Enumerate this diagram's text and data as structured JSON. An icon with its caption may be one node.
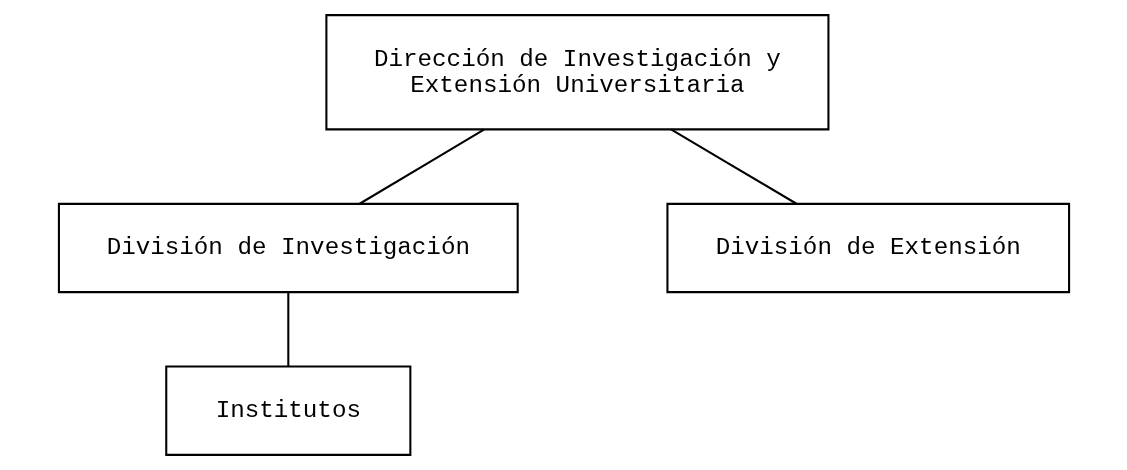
{
  "diagram": {
    "nodes": [
      {
        "text": [
          "Dirección de Investigación y Extensión Universitaria"
        ]
      },
      {
        "text": [
          "División de Investigación"
        ]
      },
      {
        "text": [
          "División de Extensión"
        ]
      },
      {
        "text": [
          "Institutos"
        ]
      }
    ],
    "edges": [
      {
        "from": 0,
        "to": 1,
        "arrow": "none"
      },
      {
        "from": 0,
        "to": 2,
        "arrow": "none"
      },
      {
        "from": 1,
        "to": 3,
        "arrow": "none"
      }
    ]
  }
}
